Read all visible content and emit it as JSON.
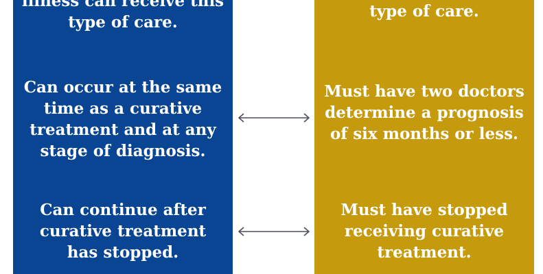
{
  "left_panel": {
    "color": "#0a4593",
    "blocks": [
      {
        "lines": [
          "illness can receive this",
          "type of care."
        ]
      },
      {
        "lines": [
          "Can occur at the same",
          "time as a curative",
          "treatment and at any",
          "stage of diagnosis."
        ]
      },
      {
        "lines": [
          "Can continue after",
          "curative treatment",
          "has stopped."
        ]
      }
    ]
  },
  "right_panel": {
    "color": "#c59a0c",
    "blocks": [
      {
        "lines": [
          "type of care."
        ]
      },
      {
        "lines": [
          "Must have two doctors",
          "determine a prognosis",
          "of six months or less."
        ]
      },
      {
        "lines": [
          "Must have stopped",
          "receiving curative",
          "treatment."
        ]
      }
    ]
  },
  "connectors": [
    {
      "type": "double-arrow"
    },
    {
      "type": "double-arrow"
    }
  ]
}
